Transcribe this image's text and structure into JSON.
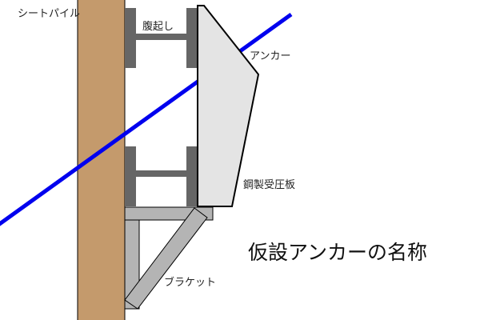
{
  "labels": {
    "sheet_pile": "シートパイル",
    "wale": "腹起し",
    "anchor": "アンカー",
    "bearing_plate": "鋼製受圧板",
    "bracket": "ブラケット"
  },
  "title": "仮設アンカーの名称",
  "colors": {
    "sheet_pile": "#c49a6c",
    "wale": "#666666",
    "anchor": "#0000ee",
    "bearing_plate": "#e4e4e4",
    "bracket": "#b4b4b4"
  }
}
